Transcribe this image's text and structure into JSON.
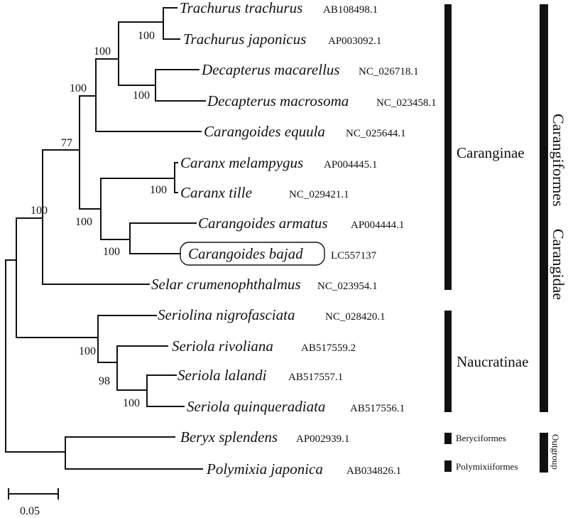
{
  "tree": {
    "taxa": [
      {
        "name": "Trachurus trachurus",
        "accession": "AB108498.1"
      },
      {
        "name": "Trachurus japonicus",
        "accession": "AP003092.1"
      },
      {
        "name": "Decapterus macarellus",
        "accession": "NC_026718.1"
      },
      {
        "name": "Decapterus macrosoma",
        "accession": "NC_023458.1"
      },
      {
        "name": "Carangoides equula",
        "accession": "NC_025644.1"
      },
      {
        "name": "Caranx melampygus",
        "accession": "AP004445.1"
      },
      {
        "name": "Caranx tille",
        "accession": "NC_029421.1"
      },
      {
        "name": "Carangoides armatus",
        "accession": "AP004444.1"
      },
      {
        "name": "Carangoides bajad",
        "accession": "LC557137",
        "highlighted": true
      },
      {
        "name": "Selar crumenophthalmus",
        "accession": "NC_023954.1"
      },
      {
        "name": "Seriolina nigrofasciata",
        "accession": "NC_028420.1"
      },
      {
        "name": "Seriola rivoliana",
        "accession": "AB517559.2"
      },
      {
        "name": "Seriola lalandi",
        "accession": "AB517557.1"
      },
      {
        "name": "Seriola quinqueradiata",
        "accession": "AB517556.1"
      },
      {
        "name": "Beryx splendens",
        "accession": "AP002939.1"
      },
      {
        "name": "Polymixia japonica",
        "accession": "AB034826.1"
      }
    ],
    "support_values": [
      "100",
      "100",
      "100",
      "100",
      "77",
      "100",
      "100",
      "100",
      "100",
      "100",
      "98",
      "100"
    ]
  },
  "groups": {
    "subfamily": [
      {
        "label": "Caranginae"
      },
      {
        "label": "Naucratinae"
      }
    ],
    "order_small": [
      {
        "label": "Beryciformes"
      },
      {
        "label": "Polymixiiformes"
      }
    ],
    "right_vertical": {
      "label_order": "Carangiformes",
      "label_family": "Carangidae",
      "label_outgroup": "Outgroup"
    }
  },
  "scale_bar": {
    "label": "0.05"
  }
}
